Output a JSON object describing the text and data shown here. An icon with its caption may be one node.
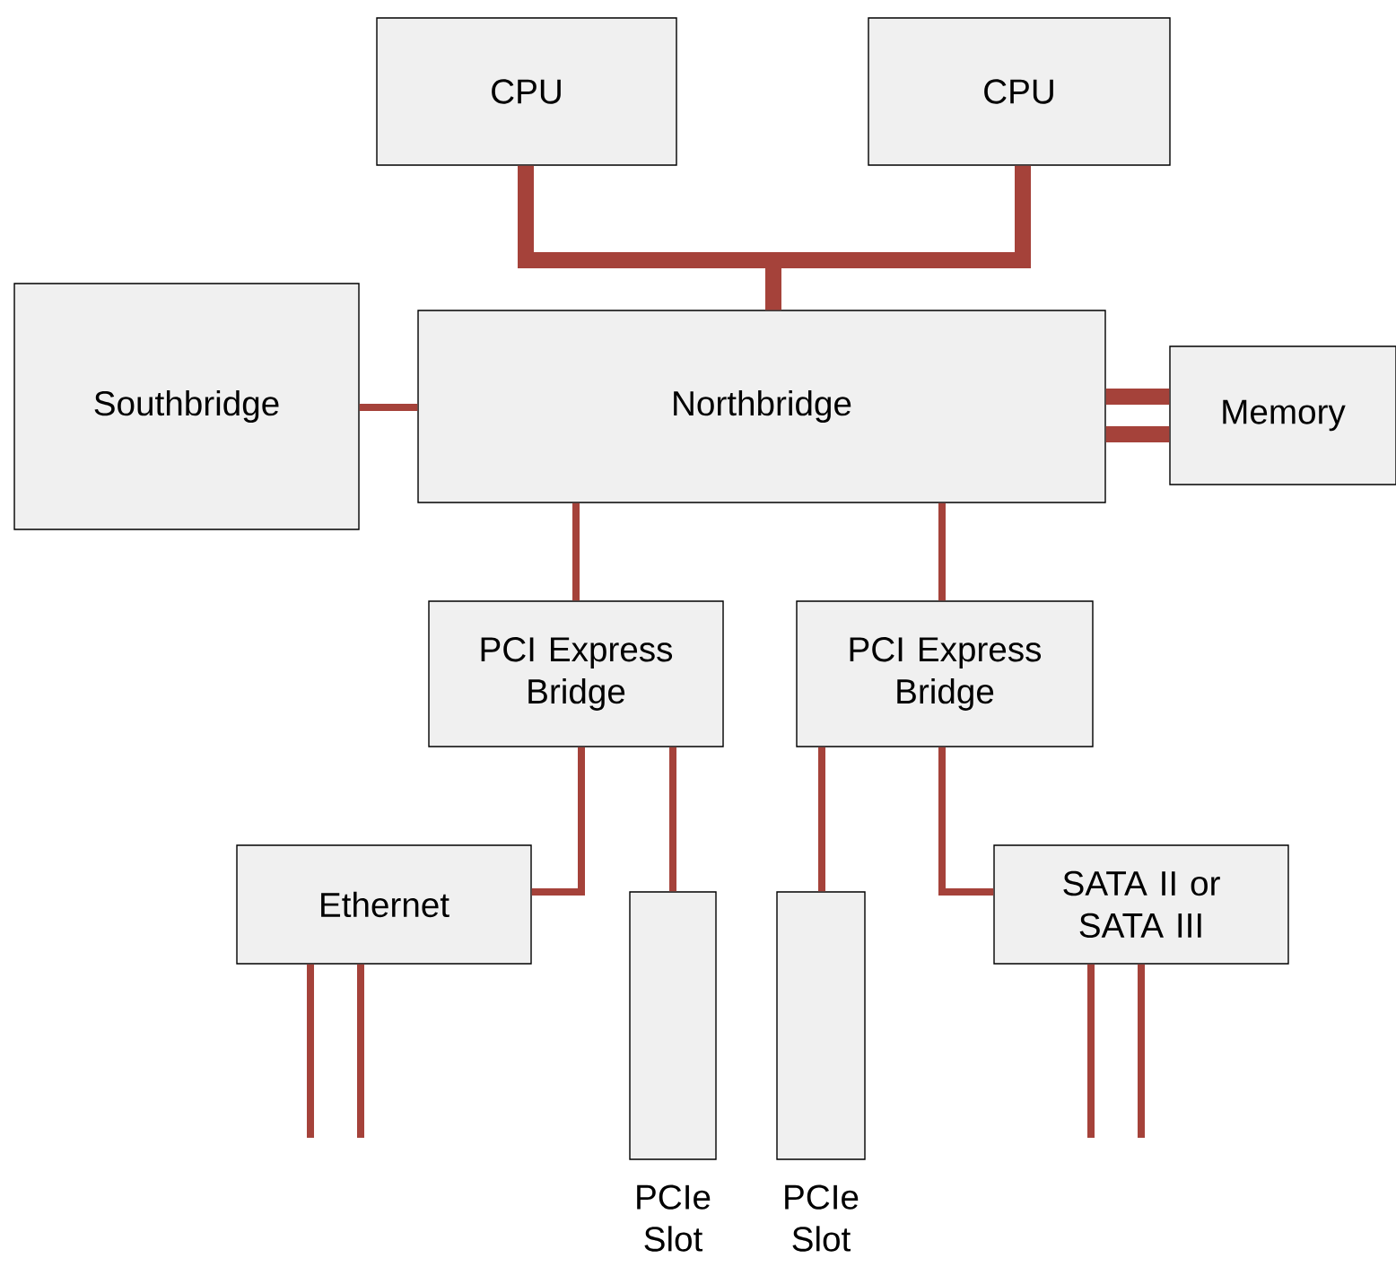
{
  "diagram": {
    "nodes": [
      {
        "text": [
          "CPU"
        ]
      },
      {
        "text": [
          "CPU"
        ]
      },
      {
        "text": [
          "Southbridge"
        ]
      },
      {
        "text": [
          "Northbridge"
        ]
      },
      {
        "text": [
          "Memory"
        ]
      },
      {
        "text": [
          "PCI Express Bridge"
        ]
      },
      {
        "text": [
          "PCI Express Bridge"
        ]
      },
      {
        "text": [
          "Ethernet"
        ]
      },
      {
        "text": [],
        "shape": "box",
        "beside": [
          "PCIe Slot"
        ]
      },
      {
        "text": [],
        "shape": "box",
        "beside": [
          "PCIe Slot"
        ]
      },
      {
        "text": [
          "SATA II or SATA III"
        ]
      }
    ],
    "edges": [
      {
        "from": 0,
        "to": 3,
        "arrow": "none",
        "style": "thick"
      },
      {
        "from": 1,
        "to": 3,
        "arrow": "none",
        "style": "thick"
      },
      {
        "from": 2,
        "to": 3,
        "arrow": "none"
      },
      {
        "from": 3,
        "to": 4,
        "arrow": "none",
        "style": "thick"
      },
      {
        "from": 3,
        "to": 4,
        "arrow": "none",
        "style": "thick"
      },
      {
        "from": 3,
        "to": 5,
        "arrow": "none"
      },
      {
        "from": 3,
        "to": 6,
        "arrow": "none"
      },
      {
        "from": 5,
        "to": 7,
        "arrow": "none"
      },
      {
        "from": 5,
        "to": 8,
        "arrow": "none"
      },
      {
        "from": 6,
        "to": 9,
        "arrow": "none"
      },
      {
        "from": 6,
        "to": 10,
        "arrow": "none"
      },
      {
        "from": 7,
        "to": null,
        "arrow": "none"
      },
      {
        "from": 7,
        "to": null,
        "arrow": "none"
      },
      {
        "from": 10,
        "to": null,
        "arrow": "none"
      },
      {
        "from": 10,
        "to": null,
        "arrow": "none"
      }
    ]
  }
}
